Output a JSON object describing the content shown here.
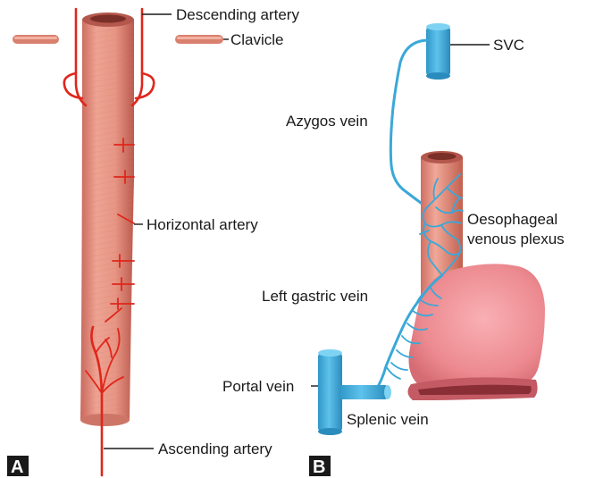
{
  "panels": {
    "a": {
      "letter": "A",
      "labels": {
        "descending_artery": "Descending artery",
        "clavicle": "Clavicle",
        "horizontal_artery": "Horizontal artery",
        "ascending_artery": "Ascending artery"
      }
    },
    "b": {
      "letter": "B",
      "labels": {
        "svc": "SVC",
        "azygos_vein": "Azygos vein",
        "oesophageal_plexus_line1": "Oesophageal",
        "oesophageal_plexus_line2": "venous plexus",
        "left_gastric_vein": "Left gastric vein",
        "portal_vein": "Portal vein",
        "splenic_vein": "Splenic vein"
      }
    }
  },
  "colors": {
    "artery": "#e0261b",
    "vein": "#3aa8d8",
    "oesophagus": "#e8948a",
    "stomach": "#ef8f95"
  }
}
